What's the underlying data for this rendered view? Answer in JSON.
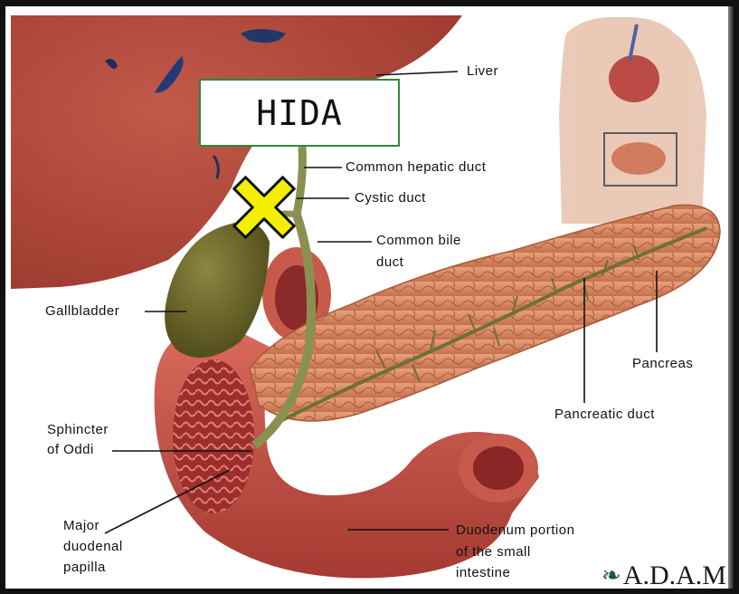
{
  "title_box": "HIDA",
  "labels": {
    "liver": "Liver",
    "common_hepatic_duct": "Common hepatic duct",
    "cystic_duct": "Cystic duct",
    "common_bile_duct_1": "Common bile",
    "common_bile_duct_2": "duct",
    "gallbladder": "Gallbladder",
    "pancreas": "Pancreas",
    "pancreatic_duct": "Pancreatic duct",
    "sphincter_1": "Sphincter",
    "sphincter_2": "of Oddi",
    "major_1": "Major",
    "major_2": "duodenal",
    "major_3": "papilla",
    "duodenum_1": "Duodenum portion",
    "duodenum_2": "of the small",
    "duodenum_3": "intestine"
  },
  "logo": "A.D.A.M.",
  "marker": "yellow-x-icon",
  "colors": {
    "liver": "#b2473a",
    "gallbladder": "#6e6a2a",
    "pancreas": "#d9885e",
    "duodenum": "#c9574b",
    "duct": "#8a9150",
    "marker": "#f4ee00",
    "hida_border": "#2c8a3c"
  }
}
